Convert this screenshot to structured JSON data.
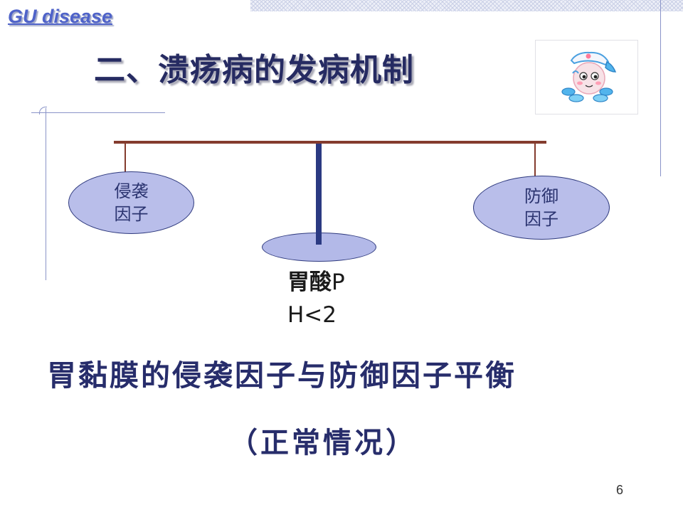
{
  "header": {
    "brand": "GU disease",
    "title": "二、溃疡病的发病机制"
  },
  "scale": {
    "left_weight": {
      "line1": "侵袭",
      "line2": "因子"
    },
    "right_weight": {
      "line1": "防御",
      "line2": "因子"
    },
    "center_label": {
      "line1_cjk": "胃酸",
      "line1_latin": "P",
      "line2": "H<2"
    }
  },
  "body": {
    "balance": "胃黏膜的侵袭因子与防御因子平衡",
    "condition": "（正常情况）"
  },
  "footer": {
    "page_number": "6"
  },
  "icons": {
    "mascot": "nurse-mascot-icon"
  },
  "colors": {
    "brand": "#4f63c9",
    "title": "#262b62",
    "beam": "#843c2e",
    "pillar": "#2b3a82",
    "weight_fill": "#b9beea"
  }
}
